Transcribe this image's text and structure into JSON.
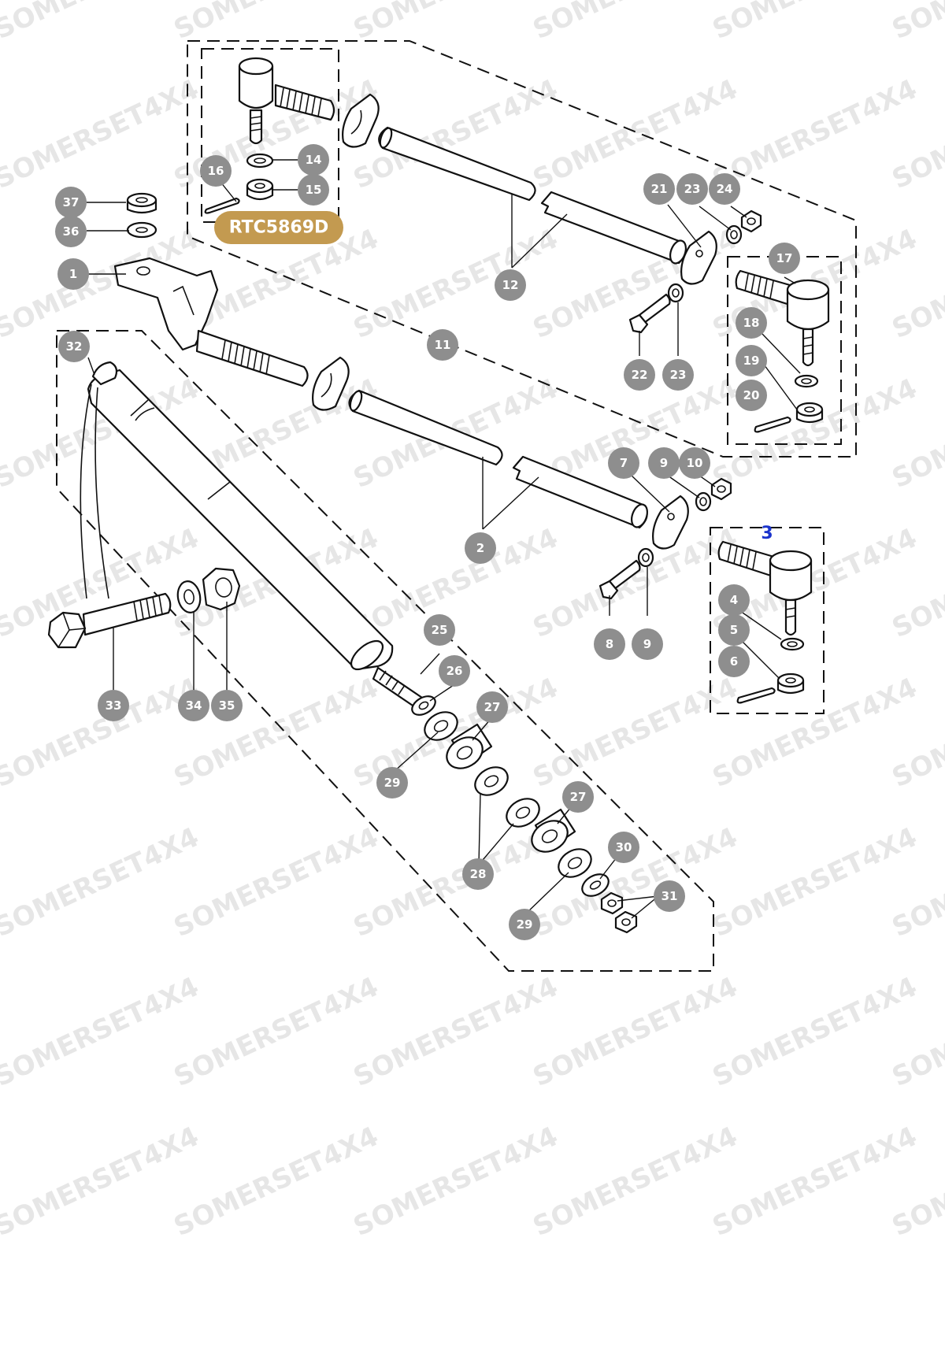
{
  "watermark": "SOMERSET4X4",
  "kit_badge": {
    "label": "RTC5869D",
    "color": "#c39a50"
  },
  "assembly_ref": {
    "label": "3",
    "color": "#1a33cc"
  },
  "callout_color": "#8e8e8e",
  "callouts": [
    {
      "id": "c1",
      "label": "1"
    },
    {
      "id": "c2",
      "label": "2"
    },
    {
      "id": "c4",
      "label": "4"
    },
    {
      "id": "c5",
      "label": "5"
    },
    {
      "id": "c6",
      "label": "6"
    },
    {
      "id": "c7",
      "label": "7"
    },
    {
      "id": "c8",
      "label": "8"
    },
    {
      "id": "c9a",
      "label": "9"
    },
    {
      "id": "c9b",
      "label": "9"
    },
    {
      "id": "c10",
      "label": "10"
    },
    {
      "id": "c11",
      "label": "11"
    },
    {
      "id": "c12",
      "label": "12"
    },
    {
      "id": "c14",
      "label": "14"
    },
    {
      "id": "c15",
      "label": "15"
    },
    {
      "id": "c16",
      "label": "16"
    },
    {
      "id": "c17",
      "label": "17"
    },
    {
      "id": "c18",
      "label": "18"
    },
    {
      "id": "c19",
      "label": "19"
    },
    {
      "id": "c20",
      "label": "20"
    },
    {
      "id": "c21",
      "label": "21"
    },
    {
      "id": "c22",
      "label": "22"
    },
    {
      "id": "c23a",
      "label": "23"
    },
    {
      "id": "c23b",
      "label": "23"
    },
    {
      "id": "c24",
      "label": "24"
    },
    {
      "id": "c25",
      "label": "25"
    },
    {
      "id": "c26",
      "label": "26"
    },
    {
      "id": "c27a",
      "label": "27"
    },
    {
      "id": "c27b",
      "label": "27"
    },
    {
      "id": "c28",
      "label": "28"
    },
    {
      "id": "c29a",
      "label": "29"
    },
    {
      "id": "c29b",
      "label": "29"
    },
    {
      "id": "c30",
      "label": "30"
    },
    {
      "id": "c31",
      "label": "31"
    },
    {
      "id": "c32",
      "label": "32"
    },
    {
      "id": "c33",
      "label": "33"
    },
    {
      "id": "c34",
      "label": "34"
    },
    {
      "id": "c35",
      "label": "35"
    },
    {
      "id": "c36",
      "label": "36"
    },
    {
      "id": "c37",
      "label": "37"
    }
  ]
}
